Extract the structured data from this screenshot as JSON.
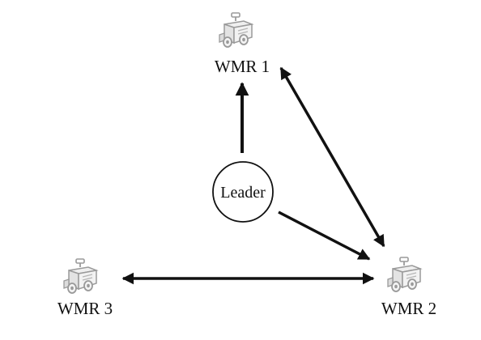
{
  "diagram": {
    "leader": {
      "label": "Leader"
    },
    "robots": [
      {
        "id": "wmr1",
        "label": "WMR 1"
      },
      {
        "id": "wmr2",
        "label": "WMR 2"
      },
      {
        "id": "wmr3",
        "label": "WMR 3"
      }
    ],
    "links": [
      {
        "from": "leader",
        "to": "wmr1",
        "direction": "one-way"
      },
      {
        "from": "leader",
        "to": "wmr2",
        "direction": "one-way"
      },
      {
        "from": "wmr1",
        "to": "wmr2",
        "direction": "two-way"
      },
      {
        "from": "wmr3",
        "to": "wmr2",
        "direction": "two-way"
      }
    ],
    "colors": {
      "stroke": "#111111",
      "robot": "#9a9a9a",
      "background": "#ffffff"
    }
  }
}
